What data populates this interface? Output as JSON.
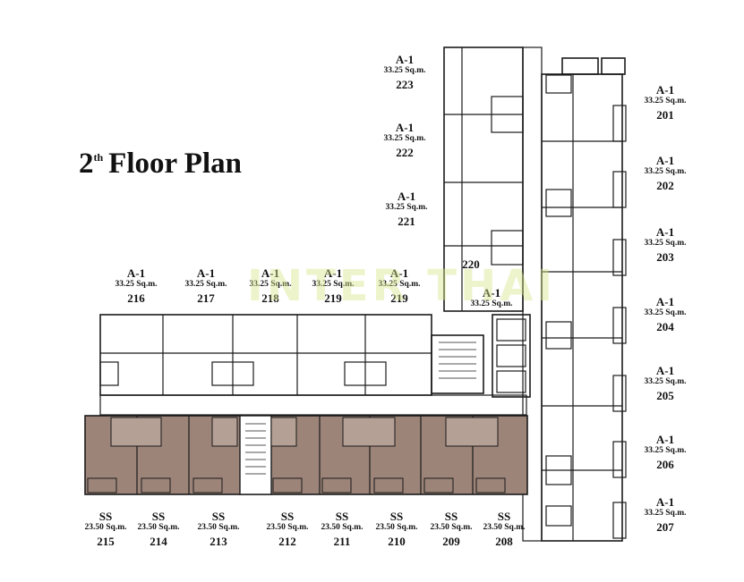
{
  "title": {
    "ordinal": "2",
    "suffix": "th",
    "text": "Floor Plan"
  },
  "watermark": "INTER THAI",
  "colors": {
    "wall": "#1a1a1a",
    "ss_fill": "#9c8478",
    "background": "#ffffff"
  },
  "units_right": [
    {
      "type": "A-1",
      "area": "33.25 Sq.m.",
      "number": "201"
    },
    {
      "type": "A-1",
      "area": "33.25 Sq.m.",
      "number": "202"
    },
    {
      "type": "A-1",
      "area": "33.25 Sq.m.",
      "number": "203"
    },
    {
      "type": "A-1",
      "area": "33.25 Sq.m.",
      "number": "204"
    },
    {
      "type": "A-1",
      "area": "33.25 Sq.m.",
      "number": "205"
    },
    {
      "type": "A-1",
      "area": "33.25 Sq.m.",
      "number": "206"
    },
    {
      "type": "A-1",
      "area": "33.25 Sq.m.",
      "number": "207"
    }
  ],
  "units_left_column": [
    {
      "type": "A-1",
      "area": "33.25 Sq.m.",
      "number": "223"
    },
    {
      "type": "A-1",
      "area": "33.25 Sq.m.",
      "number": "222"
    },
    {
      "type": "A-1",
      "area": "33.25 Sq.m.",
      "number": "221"
    }
  ],
  "unit_220": {
    "number": "220",
    "type": "A-1",
    "area": "33.25 Sq.m."
  },
  "units_top_row": [
    {
      "type": "A-1",
      "area": "33.25 Sq.m.",
      "number": "216"
    },
    {
      "type": "A-1",
      "area": "33.25 Sq.m.",
      "number": "217"
    },
    {
      "type": "A-1",
      "area": "33.25 Sq.m.",
      "number": "218"
    },
    {
      "type": "A-1",
      "area": "33.25 Sq.m.",
      "number": "219"
    },
    {
      "type": "A-1",
      "area": "33.25 Sq.m.",
      "number": "219"
    }
  ],
  "units_bottom_row": [
    {
      "type": "SS",
      "area": "23.50 Sq.m.",
      "number": "215"
    },
    {
      "type": "SS",
      "area": "23.50 Sq.m.",
      "number": "214"
    },
    {
      "type": "SS",
      "area": "23.50 Sq.m.",
      "number": "213"
    },
    {
      "type": "SS",
      "area": "23.50 Sq.m.",
      "number": "212"
    },
    {
      "type": "SS",
      "area": "23.50 Sq.m.",
      "number": "211"
    },
    {
      "type": "SS",
      "area": "23.50 Sq.m.",
      "number": "210"
    },
    {
      "type": "SS",
      "area": "23.50 Sq.m.",
      "number": "209"
    },
    {
      "type": "SS",
      "area": "23.50 Sq.m.",
      "number": "208"
    }
  ]
}
